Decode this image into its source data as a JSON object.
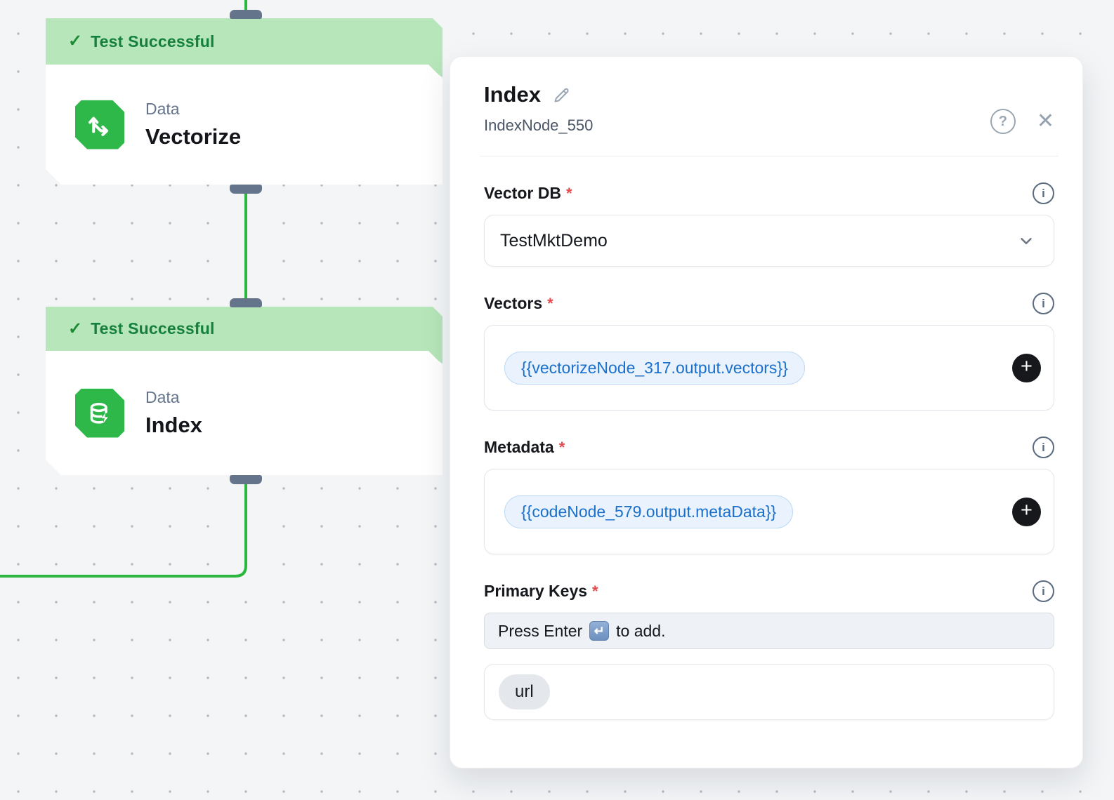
{
  "canvas": {
    "check_symbol": "✓",
    "nodes": [
      {
        "status": "Test Successful",
        "category": "Data",
        "title": "Vectorize"
      },
      {
        "status": "Test Successful",
        "category": "Data",
        "title": "Index"
      }
    ]
  },
  "panel": {
    "title": "Index",
    "node_id": "IndexNode_550",
    "help_symbol": "?",
    "close_symbol": "✕",
    "info_symbol": "i",
    "plus_symbol": "+",
    "required_mark": "*",
    "fields": {
      "vector_db": {
        "label": "Vector DB",
        "value": "TestMktDemo"
      },
      "vectors": {
        "label": "Vectors",
        "chip": "{{vectorizeNode_317.output.vectors}}"
      },
      "metadata": {
        "label": "Metadata",
        "chip": "{{codeNode_579.output.metaData}}"
      },
      "primary_keys": {
        "label": "Primary Keys",
        "placeholder_prefix": "Press Enter",
        "enter_key_symbol": "↵",
        "placeholder_suffix": "to add.",
        "tags": [
          "url"
        ]
      }
    },
    "colors": {
      "accent_green": "#22a93a",
      "edge_green": "#2cb63e",
      "banner_green": "#b7e6ba",
      "banner_text_green": "#15803d",
      "chip_blue": "#1a70cb",
      "chip_bg_blue": "#e9f2fd",
      "required_red": "#e5484d",
      "handle_slate": "#64748b"
    }
  }
}
